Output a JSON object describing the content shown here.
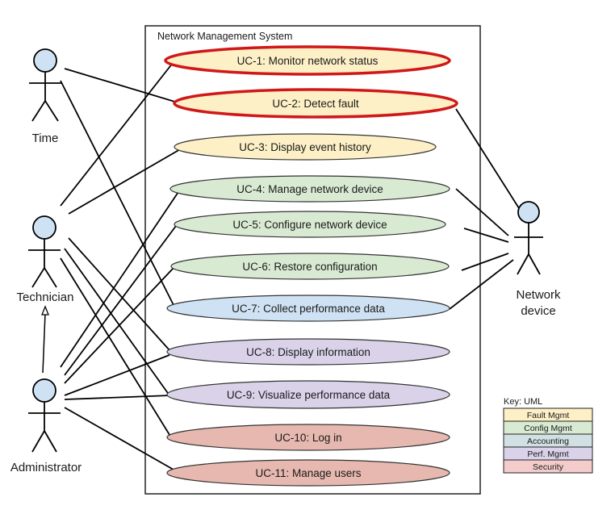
{
  "system": {
    "title": "Network Management System"
  },
  "actors": [
    {
      "id": "time",
      "label": "Time"
    },
    {
      "id": "technician",
      "label": "Technician"
    },
    {
      "id": "administrator",
      "label": "Administrator"
    },
    {
      "id": "network-device",
      "label_line1": "Network",
      "label_line2": "device"
    }
  ],
  "use_cases": [
    {
      "id": "uc-1",
      "label": "UC-1: Monitor network status",
      "category": "Fault Mgmt",
      "highlighted": true
    },
    {
      "id": "uc-2",
      "label": "UC-2: Detect fault",
      "category": "Fault Mgmt",
      "highlighted": true
    },
    {
      "id": "uc-3",
      "label": "UC-3: Display event history",
      "category": "Fault Mgmt",
      "highlighted": false
    },
    {
      "id": "uc-4",
      "label": "UC-4: Manage network device",
      "category": "Config Mgmt",
      "highlighted": false
    },
    {
      "id": "uc-5",
      "label": "UC-5: Configure network device",
      "category": "Config Mgmt",
      "highlighted": false
    },
    {
      "id": "uc-6",
      "label": "UC-6: Restore configuration",
      "category": "Config Mgmt",
      "highlighted": false
    },
    {
      "id": "uc-7",
      "label": "UC-7: Collect performance data",
      "category": "Accounting",
      "highlighted": false
    },
    {
      "id": "uc-8",
      "label": "UC-8: Display information",
      "category": "Perf. Mgmt",
      "highlighted": false
    },
    {
      "id": "uc-9",
      "label": "UC-9: Visualize performance data",
      "category": "Perf. Mgmt",
      "highlighted": false
    },
    {
      "id": "uc-10",
      "label": "UC-10: Log in",
      "category": "Security",
      "highlighted": false
    },
    {
      "id": "uc-11",
      "label": "UC-11: Manage users",
      "category": "Security",
      "highlighted": false
    }
  ],
  "key": {
    "title": "Key: UML",
    "entries": [
      {
        "label": "Fault Mgmt",
        "color": "#fdf0c6"
      },
      {
        "label": "Config Mgmt",
        "color": "#d9ead3"
      },
      {
        "label": "Accounting",
        "color": "#d0e0e3"
      },
      {
        "label": "Perf. Mgmt",
        "color": "#d9d2e9"
      },
      {
        "label": "Security",
        "color": "#f4cccc"
      }
    ]
  },
  "colors": {
    "actor_head": "#cfe2f3",
    "highlight_border": "#e02020",
    "fault": "#fdf0c6",
    "config": "#d9ead3",
    "accounting": "#cfe2f3",
    "perf": "#d9d2e9",
    "security": "#e6b8af"
  }
}
